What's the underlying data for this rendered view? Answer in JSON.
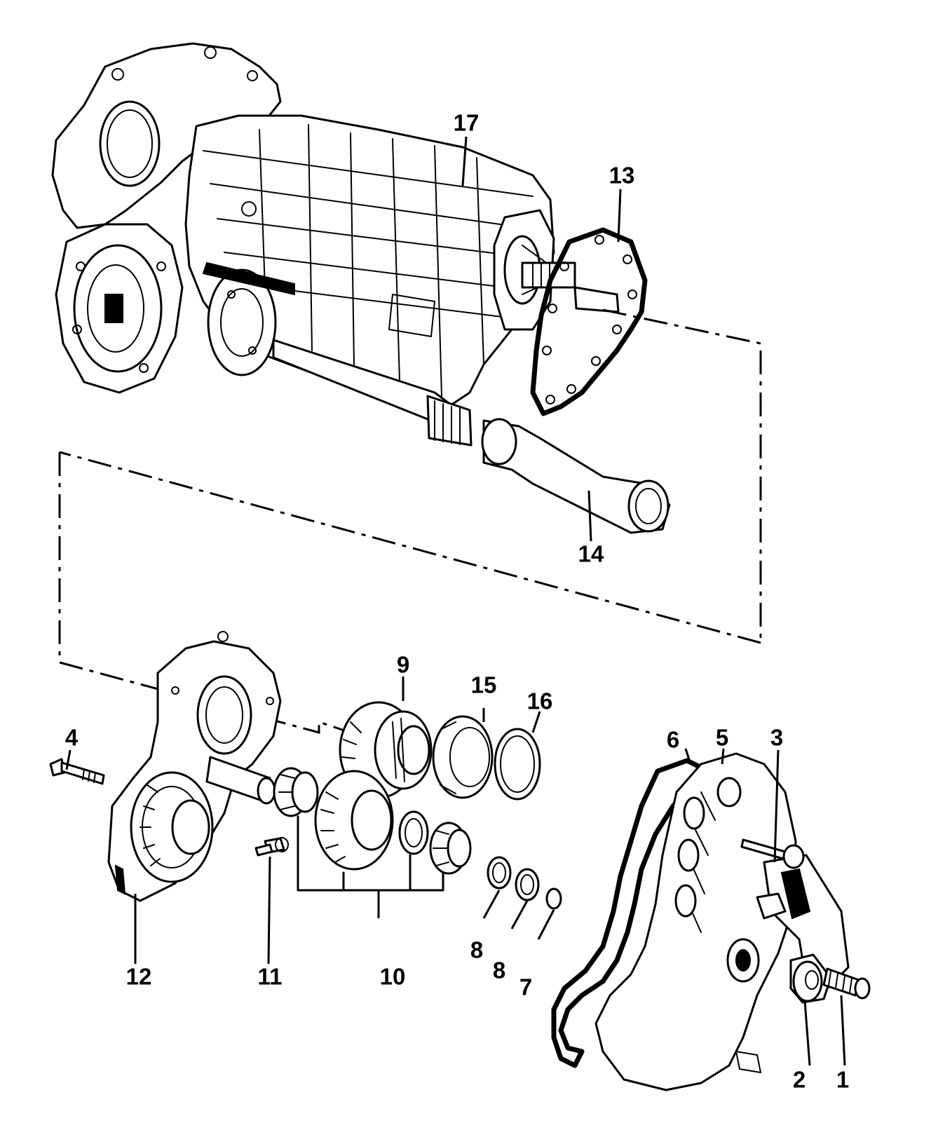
{
  "diagram": {
    "callouts": {
      "c1": "1",
      "c2": "2",
      "c3": "3",
      "c4": "4",
      "c5": "5",
      "c6": "6",
      "c7": "7",
      "c8a": "8",
      "c8b": "8",
      "c9": "9",
      "c10": "10",
      "c11": "11",
      "c12": "12",
      "c13": "13",
      "c14": "14",
      "c15": "15",
      "c16": "16",
      "c17": "17"
    }
  }
}
